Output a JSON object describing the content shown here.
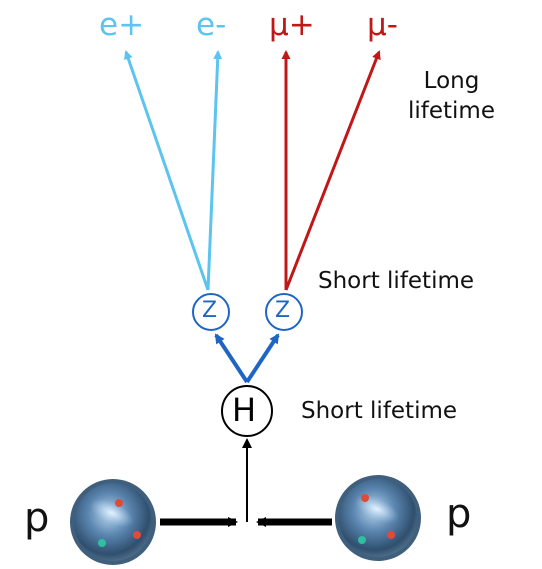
{
  "particles": [
    {
      "label": "e+",
      "color": "#5bc4ef"
    },
    {
      "label": "e-",
      "color": "#5bc4ef"
    },
    {
      "label": "μ+",
      "color": "#c01818"
    },
    {
      "label": "μ-",
      "color": "#c01818"
    }
  ],
  "annotations": {
    "long": "Long\nlifetime",
    "short_z": "Short lifetime",
    "short_h": "Short lifetime"
  },
  "nodes": {
    "z_left": "Z",
    "z_right": "Z",
    "higgs": "H"
  },
  "protons": {
    "left": "p",
    "right": "p"
  },
  "colors": {
    "electron": "#5bc4ef",
    "muon": "#c01818",
    "z_boson": "#1f66c4",
    "beam": "#000000"
  }
}
